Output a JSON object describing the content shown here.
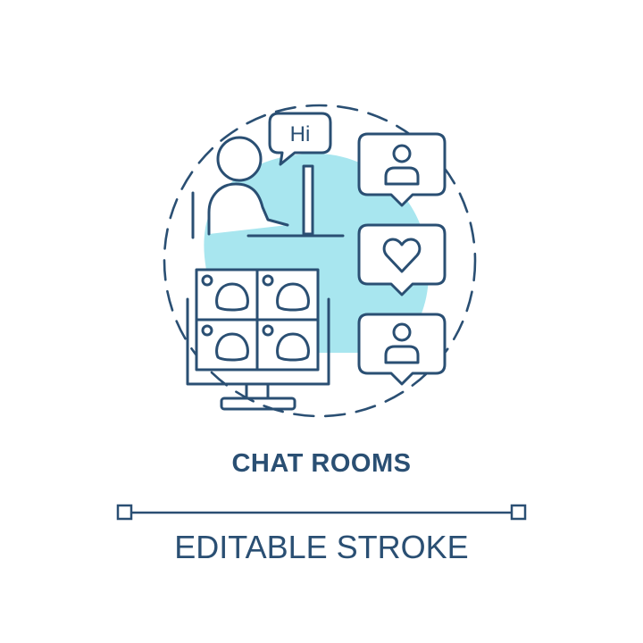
{
  "colors": {
    "stroke": "#2a4f73",
    "fill": "#a8e6ef",
    "background": "#ffffff"
  },
  "illustration": {
    "speech_bubble_text": "Hi",
    "icons": [
      "person-at-laptop-icon",
      "video-call-monitor-icon",
      "user-profile-message-icon",
      "heart-message-icon"
    ]
  },
  "title": "CHAT ROOMS",
  "subtitle": "EDITABLE STROKE"
}
